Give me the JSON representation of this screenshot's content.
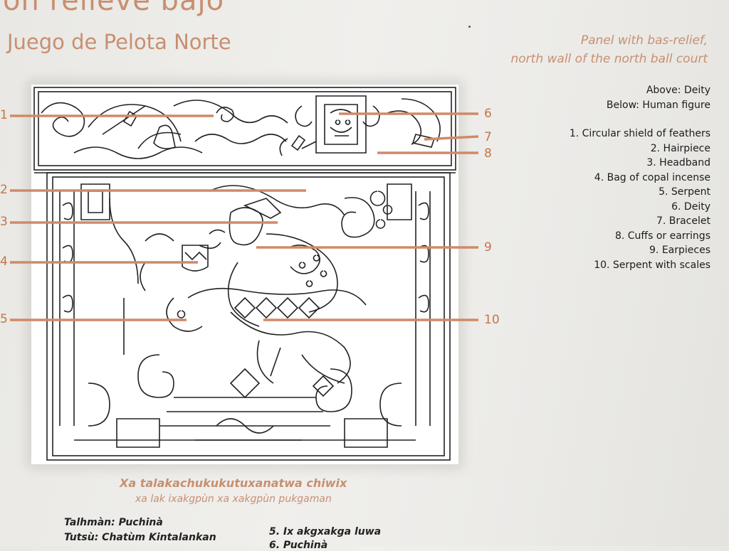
{
  "spanish": {
    "title": "on relieve bajo",
    "subtitle": "Juego de Pelota Norte"
  },
  "english": {
    "subtitle_line1": "Panel with bas-relief,",
    "subtitle_line2": "north wall of the north ball court"
  },
  "legend": {
    "above": "Above: Deity",
    "below": "Below: Human figure",
    "items": [
      "1. Circular shield of feathers",
      "2. Hairpiece",
      "3. Headband",
      "4. Bag of copal incense",
      "5. Serpent",
      "6. Deity",
      "7. Bracelet",
      "8. Cuffs or earrings",
      "9. Earpieces",
      "10. Serpent with scales"
    ]
  },
  "callouts": {
    "left": [
      "1",
      "2",
      "3",
      "4",
      "5"
    ],
    "right": [
      "6",
      "7",
      "8",
      "9",
      "10"
    ]
  },
  "totonac": {
    "caption": "Xa talakachukukutuxanatwa chiwix",
    "caption_sub": "xa lak ixakgpùn xa xakgpùn pukgaman",
    "line1": "Talhmàn: Puchinà",
    "line2": "Tutsù: Chatùm Kintalankan",
    "item5": "5. Ix akgxakga luwa",
    "item6": "6. Puchinà"
  },
  "colors": {
    "accent": "#c88f70",
    "callout_line": "#cf8a68",
    "ink": "#1c1c1c"
  }
}
